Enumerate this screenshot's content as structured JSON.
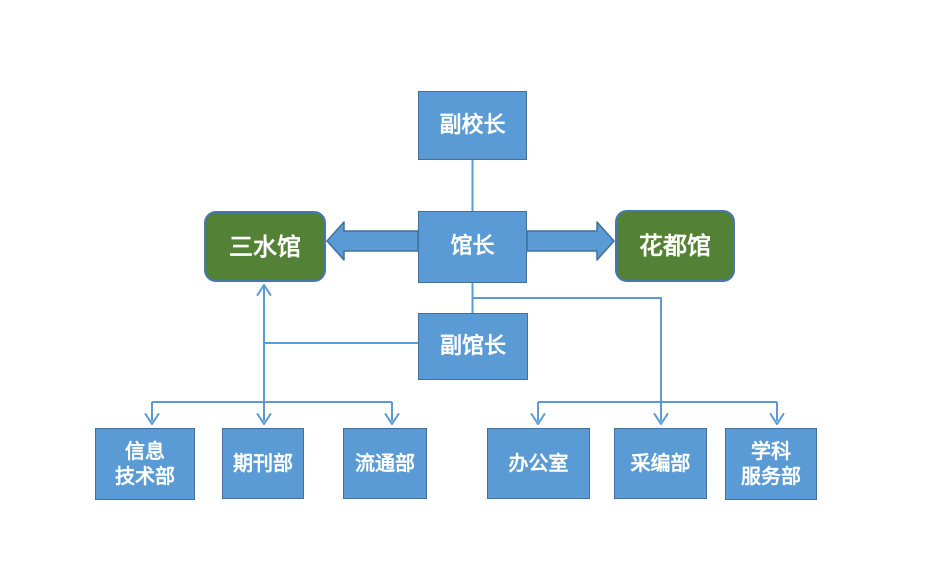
{
  "colors": {
    "background": "#FFFFFF",
    "box_fill": "#5B9BD5",
    "box_border": "#41719C",
    "green_fill": "#538135",
    "green_border": "#4576B5",
    "connector": "#5B9BD5",
    "text": "#FFFFFF"
  },
  "chart": {
    "type": "org-chart"
  },
  "nodes": {
    "vice_principal": {
      "label": "副校长"
    },
    "director": {
      "label": "馆长"
    },
    "deputy_director": {
      "label": "副馆长"
    },
    "branch_sanshui": {
      "label": "三水馆"
    },
    "branch_huadu": {
      "label": "花都馆"
    }
  },
  "departments": [
    {
      "label": "信息\n技术部"
    },
    {
      "label": "期刊部"
    },
    {
      "label": "流通部"
    },
    {
      "label": "办公室"
    },
    {
      "label": "采编部"
    },
    {
      "label": "学科\n服务部"
    }
  ]
}
